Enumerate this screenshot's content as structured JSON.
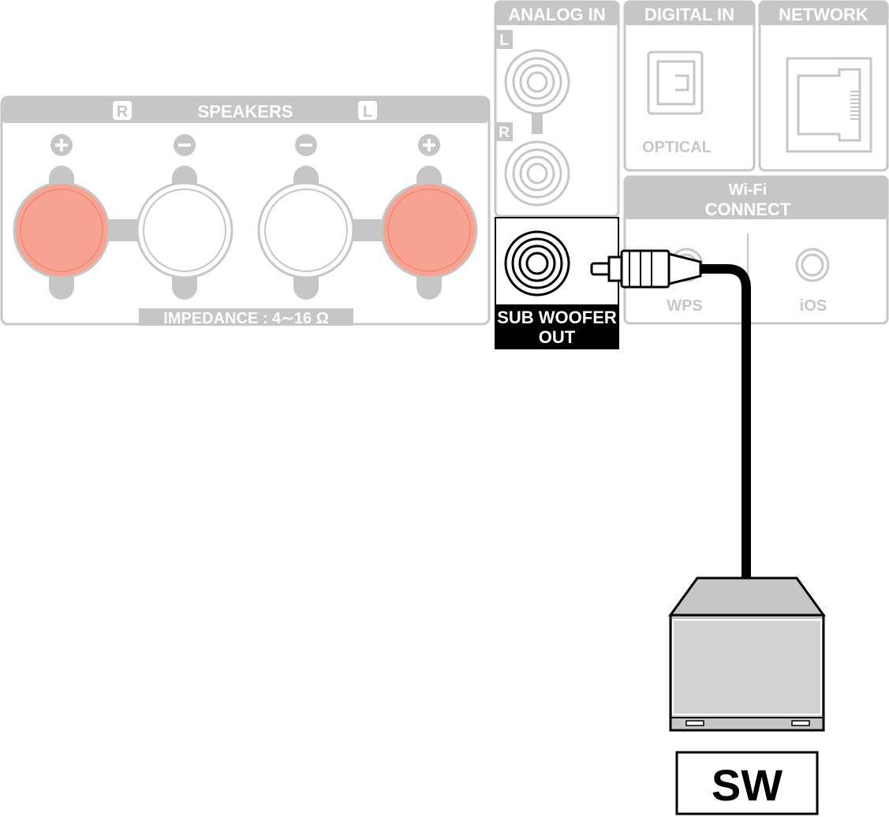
{
  "speakers": {
    "title": "SPEAKERS",
    "right_badge": "R",
    "left_badge": "L",
    "impedance": "IMPEDANCE : 4∼16 Ω",
    "terminals": [
      {
        "id": "r-plus",
        "sign": "+",
        "active": true
      },
      {
        "id": "r-minus",
        "sign": "−",
        "active": false
      },
      {
        "id": "l-minus",
        "sign": "−",
        "active": false
      },
      {
        "id": "l-plus",
        "sign": "+",
        "active": true
      }
    ]
  },
  "analog_in": {
    "title": "ANALOG IN",
    "left_badge": "L",
    "right_badge": "R"
  },
  "digital_in": {
    "title": "DIGITAL IN",
    "port_label": "OPTICAL"
  },
  "network": {
    "title": "NETWORK"
  },
  "wifi_connect": {
    "title_line1": "Wi-Fi",
    "title_line2": "CONNECT",
    "wps_label": "WPS",
    "ios_label": "iOS"
  },
  "sub_woofer_out": {
    "line1": "SUB WOOFER",
    "line2": "OUT"
  },
  "subwoofer_device": {
    "label": "SW"
  },
  "colors": {
    "panel_gray": "#c6c6c6",
    "terminal_active": "#f8a392",
    "terminal_active_ring": "#ee8e7c",
    "cable": "#000000",
    "highlight_bg": "#000000"
  }
}
